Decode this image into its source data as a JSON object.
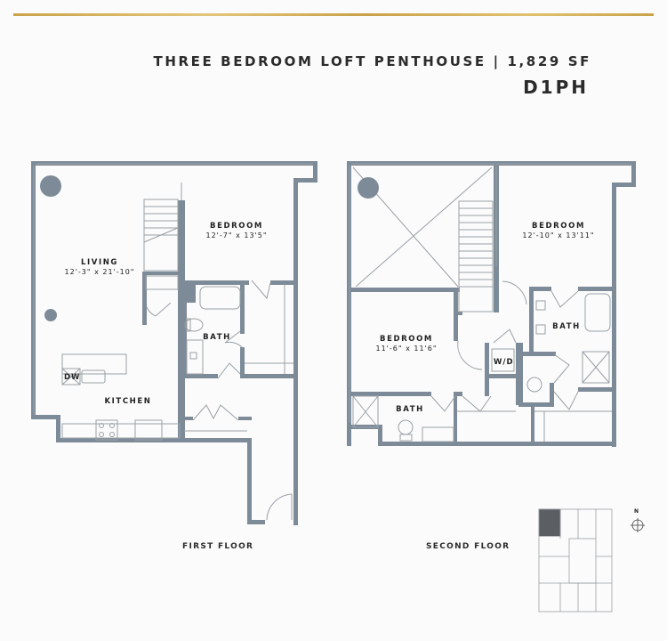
{
  "header": {
    "title": "THREE BEDROOM LOFT PENTHOUSE | 1,829 SF",
    "unit_code": "D1PH",
    "accent_color": "#c9a24a"
  },
  "colors": {
    "wall": "#7d8b99",
    "line": "#8a8f94",
    "highlight": "#5b5e63",
    "background": "#fbfbfb"
  },
  "first_floor": {
    "label": "FIRST FLOOR",
    "rooms": [
      {
        "name": "LIVING",
        "dimensions": "12'-3\" x 21'-10\""
      },
      {
        "name": "BEDROOM",
        "dimensions": "12'-7\" x 13'5\""
      },
      {
        "name": "BATH",
        "dimensions": ""
      },
      {
        "name": "KITCHEN",
        "dimensions": ""
      }
    ],
    "fixtures": [
      {
        "label": "DW"
      }
    ]
  },
  "second_floor": {
    "label": "SECOND FLOOR",
    "rooms": [
      {
        "name": "BEDROOM",
        "dimensions": "12'-10\" x 13'11\""
      },
      {
        "name": "BEDROOM",
        "dimensions": "11'-6\" x 11'6\""
      },
      {
        "name": "BATH",
        "dimensions": ""
      },
      {
        "name": "BATH",
        "dimensions": ""
      }
    ],
    "fixtures": [
      {
        "label": "W/D"
      }
    ]
  },
  "key_plan": {
    "compass_label": "N"
  }
}
